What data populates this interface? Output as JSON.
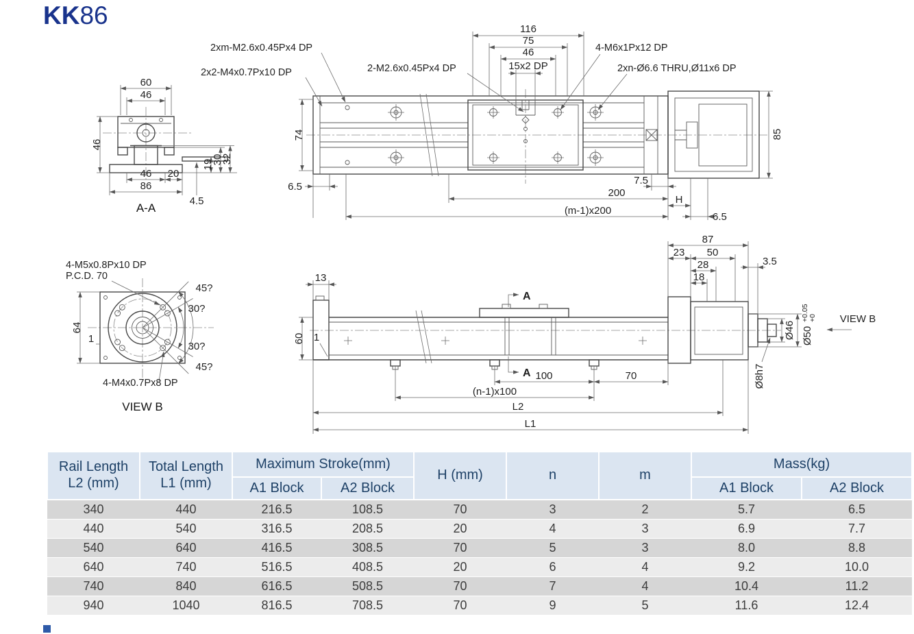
{
  "title": {
    "kk": "KK",
    "num": "86"
  },
  "top_view": {
    "c_2xm": "2xm-M2.6x0.45Px4 DP",
    "c_2x2": "2x2-M4x0.7Px10 DP",
    "c_2m26": "2-M2.6x0.45Px4 DP",
    "c_4m6": "4-M6x1Px12 DP",
    "c_2xn": "2xn-Ø6.6 THRU,Ø11x6 DP",
    "d116": "116",
    "d75": "75",
    "d46": "46",
    "d15x2": "15x2 DP",
    "d74": "74",
    "d85": "85",
    "d65l": "6.5",
    "d75r": "7.5",
    "d200": "200",
    "dh": "H",
    "dm200": "(m-1)x200",
    "d65r": "6.5"
  },
  "section_aa": {
    "d60": "60",
    "d46t": "46",
    "d46l": "46",
    "d46b": "46",
    "d20": "20",
    "d86": "86",
    "d19": "19",
    "d30": "30",
    "d32": "32",
    "d45": "4.5",
    "label": "A-A"
  },
  "view_b": {
    "c_m5": "4-M5x0.8Px10 DP",
    "c_pcd": "P.C.D. 70",
    "c_m4": "4-M4x0.7Px8 DP",
    "a45t": "45?",
    "a30t": "30?",
    "a30b": "30?",
    "a45b": "45?",
    "d64": "64",
    "d1": "1",
    "label": "VIEW B"
  },
  "side_view": {
    "d13": "13",
    "d60": "60",
    "d1": "1",
    "d87": "87",
    "d23": "23",
    "d50": "50",
    "d28": "28",
    "d18": "18",
    "d35": "3.5",
    "a_top": "A",
    "a_bot": "A",
    "d100": "100",
    "d70": "70",
    "dn100": "(n-1)x100",
    "dl2": "L2",
    "dl1": "L1",
    "dia46": "Ø46",
    "dia50": "Ø50",
    "dia50hi": "+0.05",
    "dia50lo": "+0",
    "dia8": "Ø8h7",
    "viewb": "VIEW B"
  },
  "table": {
    "col_rail_1": "Rail Length",
    "col_rail_2": "L2 (mm)",
    "col_total_1": "Total Length",
    "col_total_2": "L1 (mm)",
    "col_stroke": "Maximum Stroke(mm)",
    "col_a1": "A1 Block",
    "col_a2": "A2 Block",
    "col_h": "H (mm)",
    "col_n": "n",
    "col_m": "m",
    "col_mass": "Mass(kg)",
    "col_mass_a1": "A1 Block",
    "col_mass_a2": "A2 Block",
    "rows": [
      [
        "340",
        "440",
        "216.5",
        "108.5",
        "70",
        "3",
        "2",
        "5.7",
        "6.5"
      ],
      [
        "440",
        "540",
        "316.5",
        "208.5",
        "20",
        "4",
        "3",
        "6.9",
        "7.7"
      ],
      [
        "540",
        "640",
        "416.5",
        "308.5",
        "70",
        "5",
        "3",
        "8.0",
        "8.8"
      ],
      [
        "640",
        "740",
        "516.5",
        "408.5",
        "20",
        "6",
        "4",
        "9.2",
        "10.0"
      ],
      [
        "740",
        "840",
        "616.5",
        "508.5",
        "70",
        "7",
        "4",
        "10.4",
        "11.2"
      ],
      [
        "940",
        "1040",
        "816.5",
        "708.5",
        "70",
        "9",
        "5",
        "11.6",
        "12.4"
      ]
    ]
  }
}
